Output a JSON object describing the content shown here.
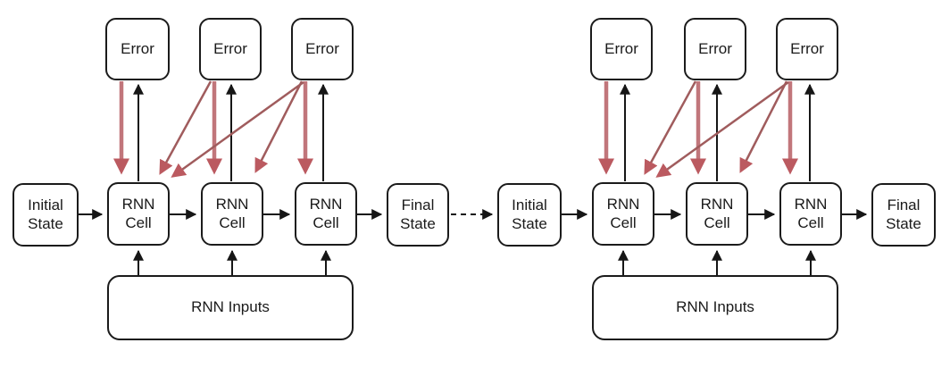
{
  "diagram": {
    "type": "rnn-truncated-backpropagation-flowchart",
    "colors": {
      "background": "#ffffff",
      "box_border": "#1b1b1b",
      "text": "#1a1a1a",
      "black_arrow": "#161616",
      "red_arrow": "#c1767b",
      "red_arrow_dark": "#a05c5d",
      "red_arrow_head": "#bb5a60"
    },
    "left_network": {
      "initial_state": "Initial\nState",
      "rnn_cells": [
        "RNN\nCell",
        "RNN\nCell",
        "RNN\nCell"
      ],
      "final_state": "Final\nState",
      "errors": [
        "Error",
        "Error",
        "Error"
      ],
      "inputs_label": "RNN Inputs"
    },
    "right_network": {
      "initial_state": "Initial\nState",
      "rnn_cells": [
        "RNN\nCell",
        "RNN\nCell",
        "RNN\nCell"
      ],
      "final_state": "Final\nState",
      "errors": [
        "Error",
        "Error",
        "Error"
      ],
      "inputs_label": "RNN Inputs"
    }
  }
}
